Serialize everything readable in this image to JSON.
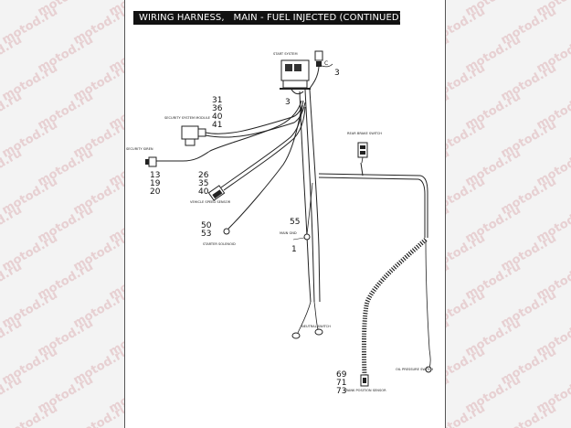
{
  "title": "WIRING HARNESS,   MAIN - FUEL INJECTED (CONTINUED)",
  "watermark": "motod.ru",
  "callouts": {
    "top_right": "3",
    "top_mid": "3",
    "security_group": [
      "31",
      "36",
      "40",
      "41"
    ],
    "siren_group": [
      "13",
      "19",
      "20"
    ],
    "vss_group": [
      "26",
      "35",
      "40"
    ],
    "starter_group": [
      "50",
      "53"
    ],
    "ground": "55",
    "ground_sub": "1",
    "ckp_group": [
      "69",
      "71",
      "73"
    ]
  },
  "component_labels": {
    "start_system": "START SYSTEM",
    "security_module": "SECURITY SYSTEM MODULE",
    "security_siren": "SECURITY SIREN",
    "vehicle_speed_sensor": "VEHICLE SPEED SENSOR",
    "starter_solenoid": "STARTER SOLENOID",
    "main_ground": "MAIN GND",
    "neutral_switch": "NEUTRAL SWITCH",
    "rear_brake_switch": "REAR BRAKE SWITCH",
    "crank_position_sensor": "CRANK POSITION SENSOR",
    "oil_pressure_switch": "OIL PRESSURE SWITCH"
  },
  "colors": {
    "title_bg": "#111111",
    "title_fg": "#ffffff",
    "watermark": "#e7d0d2",
    "line": "#222222"
  }
}
